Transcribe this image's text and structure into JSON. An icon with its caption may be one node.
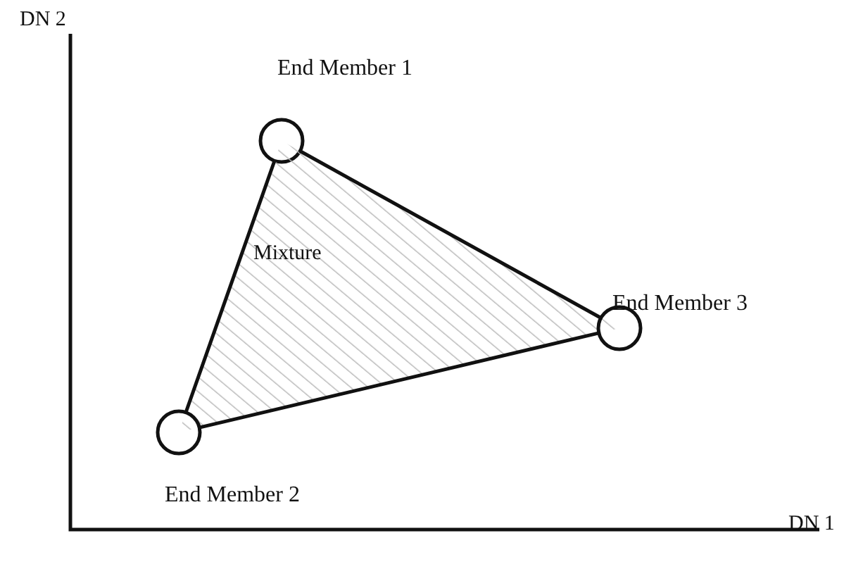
{
  "diagram": {
    "nodes": [
      {
        "text": [
          "End Member 1"
        ]
      },
      {
        "text": [
          "Mixture"
        ]
      },
      {
        "text": [
          "End Member 3"
        ]
      },
      {
        "text": [
          "End Member 2"
        ]
      }
    ],
    "edges": [
      {
        "from": 0,
        "to": 2,
        "arrow": "none"
      },
      {
        "from": 2,
        "to": 3,
        "arrow": "none"
      },
      {
        "from": 3,
        "to": 0,
        "arrow": "none"
      }
    ],
    "labels": [
      "DN 2",
      "DN 1"
    ]
  }
}
